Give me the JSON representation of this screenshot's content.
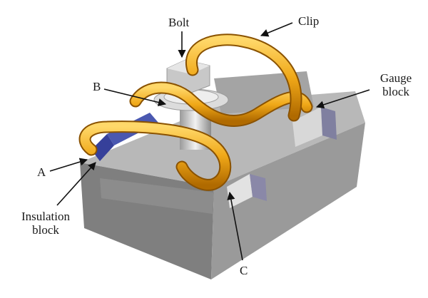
{
  "labels": {
    "bolt": "Bolt",
    "clip": "Clip",
    "b": "B",
    "gauge_line1": "Gauge",
    "gauge_line2": "block",
    "a": "A",
    "insulation_line1": "Insulation",
    "insulation_line2": "block",
    "c": "C"
  },
  "colors": {
    "clip": "#f0a818",
    "block": "#8a8a8a",
    "insulation": "#4a58b0",
    "bolt": "#c8c8c8"
  }
}
